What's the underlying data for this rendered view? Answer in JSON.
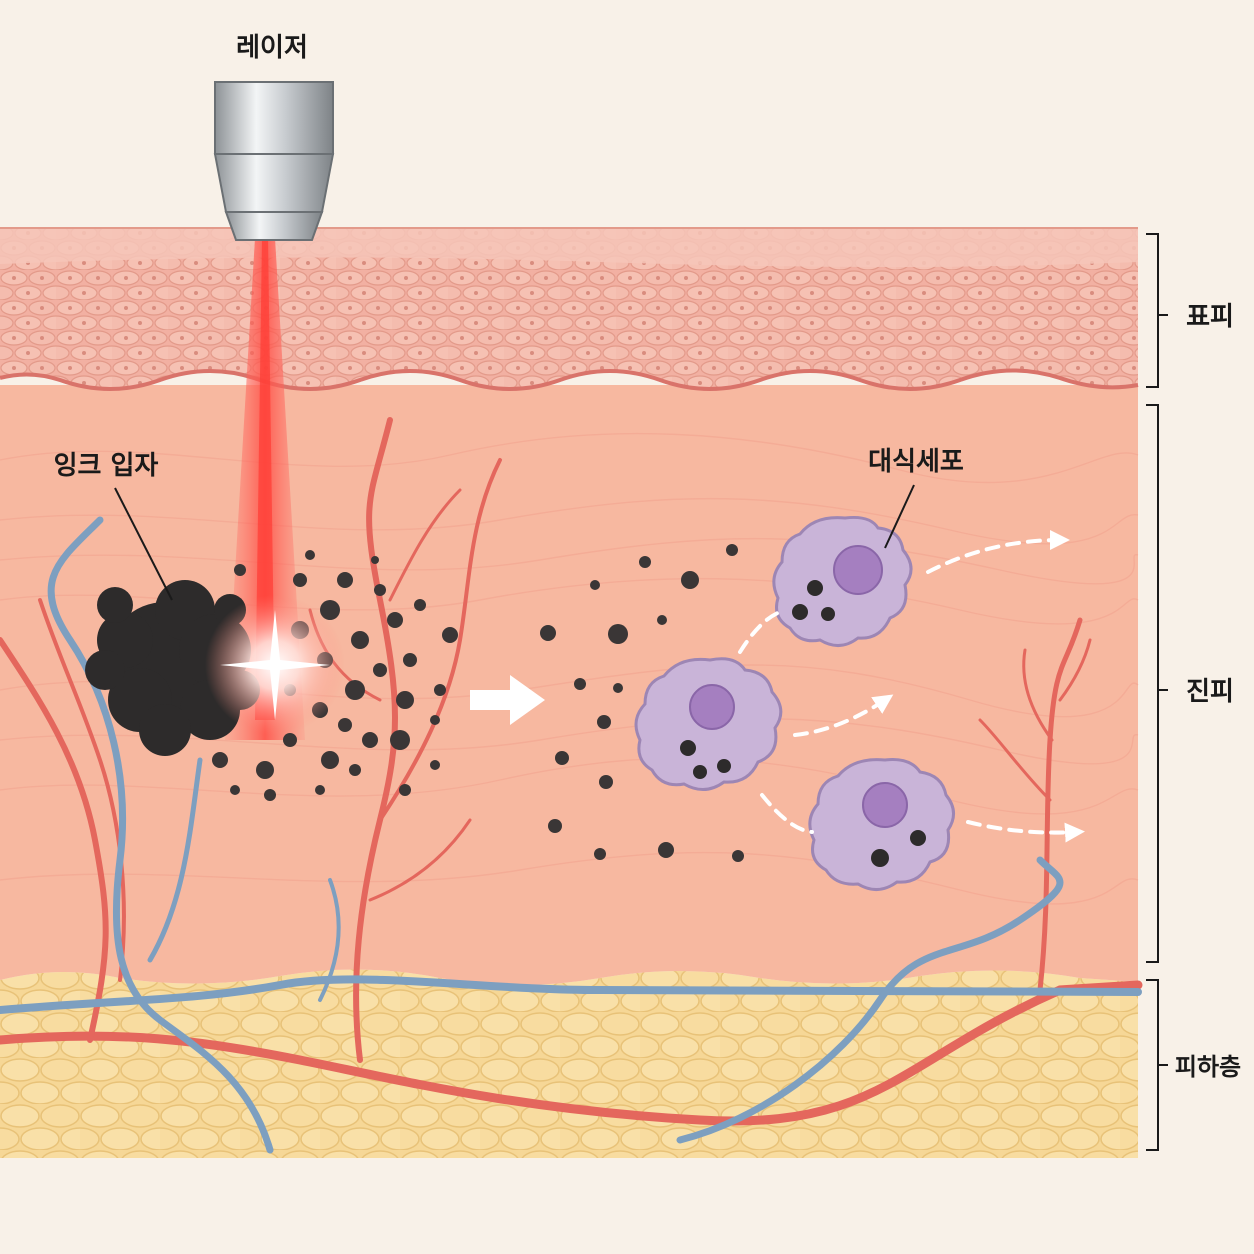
{
  "labels": {
    "laser": "레이저",
    "ink_particles": "잉크 입자",
    "macrophage": "대식세포"
  },
  "layers": {
    "epidermis": "표피",
    "dermis": "진피",
    "subcutis": "피하층"
  },
  "colors": {
    "background": "#f8f1e8",
    "epidermis": "#f4b7a8",
    "epidermis_cells": "#eda797",
    "dermis": "#f7b8a0",
    "subcutis": "#f6d796",
    "ink": "#2d2b2b",
    "laser_beam": "#ff5a52",
    "artery": "#e4675d",
    "vein": "#7d9fc0",
    "macrophage": "#c9b4d8",
    "macrophage_nucleus": "#a57fc0",
    "arrow": "#ffffff"
  }
}
